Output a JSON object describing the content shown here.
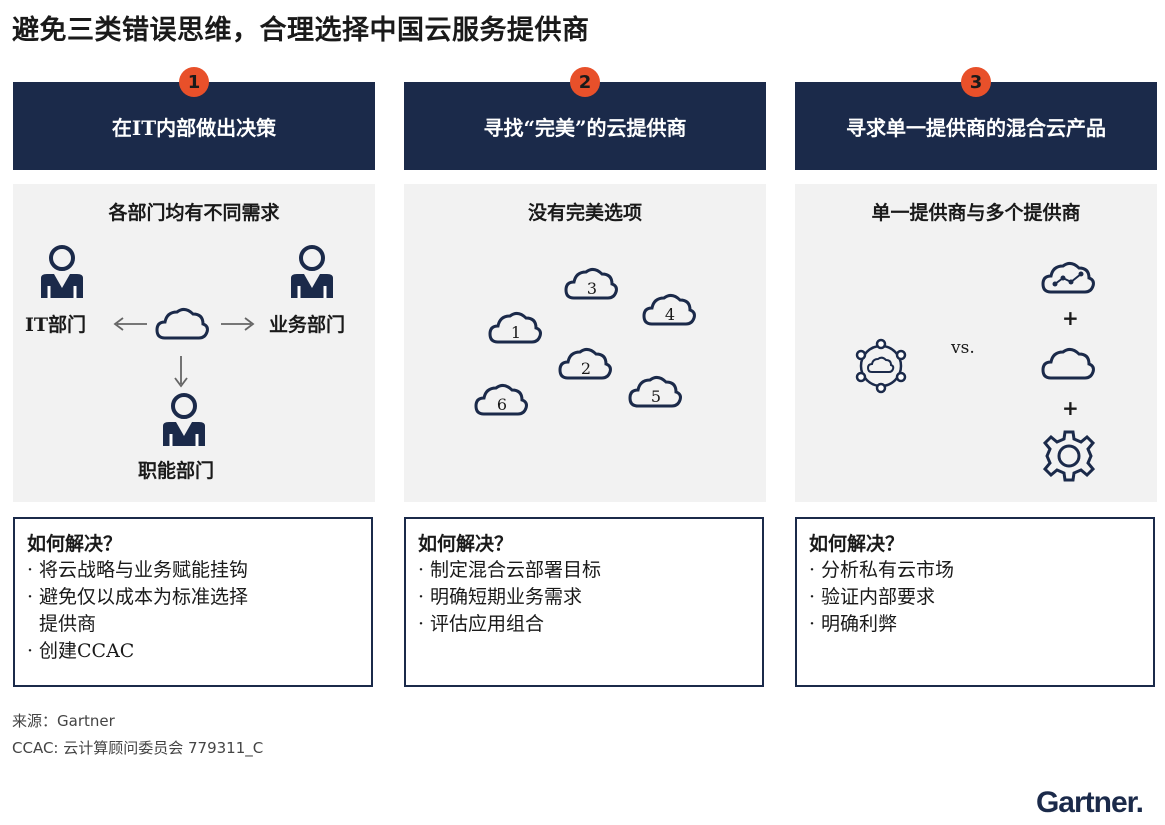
{
  "title": "避免三类错误思维，合理选择中国云服务提供商",
  "columns": [
    {
      "number": "1",
      "header": "在IT内部做出决策",
      "panel_title": "各部门均有不同需求",
      "labels": {
        "it": "IT部门",
        "business": "业务部门",
        "function": "职能部门"
      },
      "solve_title": "如何解决？",
      "solve_items": [
        "将云战略与业务赋能挂钩",
        "避免仅以成本为标准选择",
        "创建CCAC"
      ],
      "solve_item_cont": "提供商"
    },
    {
      "number": "2",
      "header": "寻找“完美”的云提供商",
      "panel_title": "没有完美选项",
      "clouds": [
        "1",
        "2",
        "3",
        "4",
        "5",
        "6"
      ],
      "solve_title": "如何解决？",
      "solve_items": [
        "制定混合云部署目标",
        "明确短期业务需求",
        "评估应用组合"
      ]
    },
    {
      "number": "3",
      "header": "寻求单一提供商的混合云产品",
      "panel_title": "单一提供商与多个提供商",
      "vs": "vs.",
      "plus": "+",
      "solve_title": "如何解决？",
      "solve_items": [
        "分析私有云市场",
        "验证内部要求",
        "明确利弊"
      ]
    }
  ],
  "footnotes": {
    "source": "来源：Gartner",
    "ccac": "CCAC: 云计算顾问委员会 779311_C"
  },
  "brand": "Gartner.",
  "colors": {
    "navy": "#1b2a4a",
    "accent": "#e8502a",
    "panel": "#f2f2f2"
  }
}
